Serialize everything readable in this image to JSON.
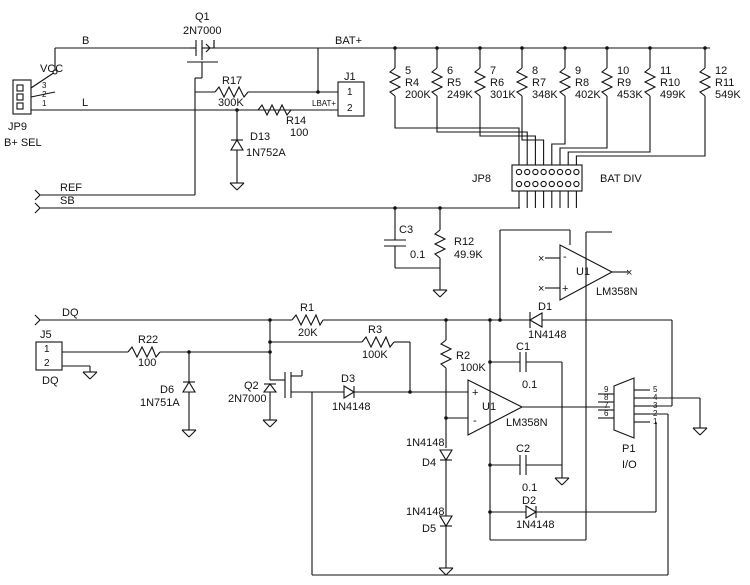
{
  "nets": {
    "b": "B",
    "bat_plus": "BAT+",
    "vcc": "VCC",
    "l": "L",
    "ref": "REF",
    "sb": "SB",
    "dq": "DQ"
  },
  "q1": {
    "ref": "Q1",
    "part": "2N7000"
  },
  "q2": {
    "ref": "Q2",
    "part": "2N7000"
  },
  "jp9": {
    "ref": "JP9",
    "label": "B+ SEL",
    "pins": [
      "3",
      "2",
      "1"
    ]
  },
  "j1": {
    "ref": "J1",
    "pins": [
      "1",
      "2"
    ],
    "net": "LBAT+"
  },
  "r17": {
    "ref": "R17",
    "value": "300K"
  },
  "r14": {
    "ref": "R14",
    "value": "100"
  },
  "d13": {
    "ref": "D13",
    "part": "1N752A"
  },
  "divider": [
    {
      "pin": "5",
      "ref": "R4",
      "value": "200K"
    },
    {
      "pin": "6",
      "ref": "R5",
      "value": "249K"
    },
    {
      "pin": "7",
      "ref": "R6",
      "value": "301K"
    },
    {
      "pin": "8",
      "ref": "R7",
      "value": "348K"
    },
    {
      "pin": "9",
      "ref": "R8",
      "value": "402K"
    },
    {
      "pin": "10",
      "ref": "R9",
      "value": "453K"
    },
    {
      "pin": "11",
      "ref": "R10",
      "value": "499K"
    },
    {
      "pin": "12",
      "ref": "R11",
      "value": "549K"
    }
  ],
  "jp8": {
    "ref": "JP8",
    "label": "BAT DIV"
  },
  "c3": {
    "ref": "C3",
    "value": "0.1"
  },
  "r12": {
    "ref": "R12",
    "value": "49.9K"
  },
  "u1_top": {
    "ref": "U1",
    "part": "LM358N",
    "minus": "-",
    "plus": "+"
  },
  "u1_bottom": {
    "ref": "U1",
    "part": "LM358N",
    "minus": "-",
    "plus": "+"
  },
  "r1": {
    "ref": "R1",
    "value": "20K"
  },
  "r3": {
    "ref": "R3",
    "value": "100K"
  },
  "r2": {
    "ref": "R2",
    "value": "100K"
  },
  "r22": {
    "ref": "R22",
    "value": "100"
  },
  "d1": {
    "ref": "D1",
    "part": "1N4148"
  },
  "d2": {
    "ref": "D2",
    "part": "1N4148"
  },
  "d3": {
    "ref": "D3",
    "part": "1N4148"
  },
  "d4": {
    "ref": "D4",
    "part": "1N4148"
  },
  "d5": {
    "ref": "D5",
    "part": "1N4148"
  },
  "d6": {
    "ref": "D6",
    "part": "1N751A"
  },
  "c1": {
    "ref": "C1",
    "value": "0.1"
  },
  "c2": {
    "ref": "C2",
    "value": "0.1"
  },
  "j5": {
    "ref": "J5",
    "label": "DQ",
    "pins": [
      "1",
      "2"
    ]
  },
  "p1": {
    "ref": "P1",
    "label": "I/O",
    "pins_left": [
      "9",
      "8",
      "7",
      "6"
    ],
    "pins_right": [
      "5",
      "4",
      "3",
      "2",
      "1"
    ]
  }
}
